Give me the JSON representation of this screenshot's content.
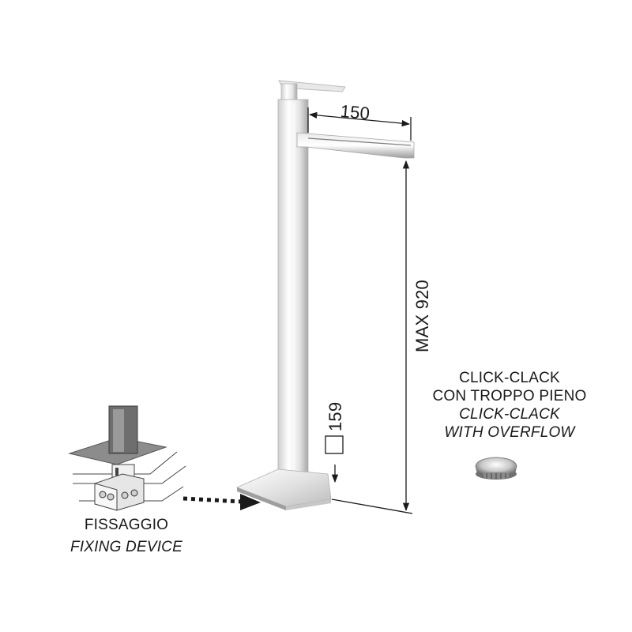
{
  "dimensions": {
    "spout_reach": "150",
    "max_height": "MAX 920",
    "square_base": "159"
  },
  "click_clack": {
    "line1": "CLICK-CLACK",
    "line2": "CON TROPPO PIENO",
    "line3": "CLICK-CLACK",
    "line4": "WITH OVERFLOW"
  },
  "fixing": {
    "label_it": "FISSAGGIO",
    "label_en": "FIXING DEVICE"
  },
  "colors": {
    "line": "#1a1a1a",
    "chrome_light": "#f4f4f4",
    "chrome_mid": "#d9d9d9",
    "chrome_dark": "#9a9a9a",
    "plate_grey": "#8c8c8c"
  }
}
